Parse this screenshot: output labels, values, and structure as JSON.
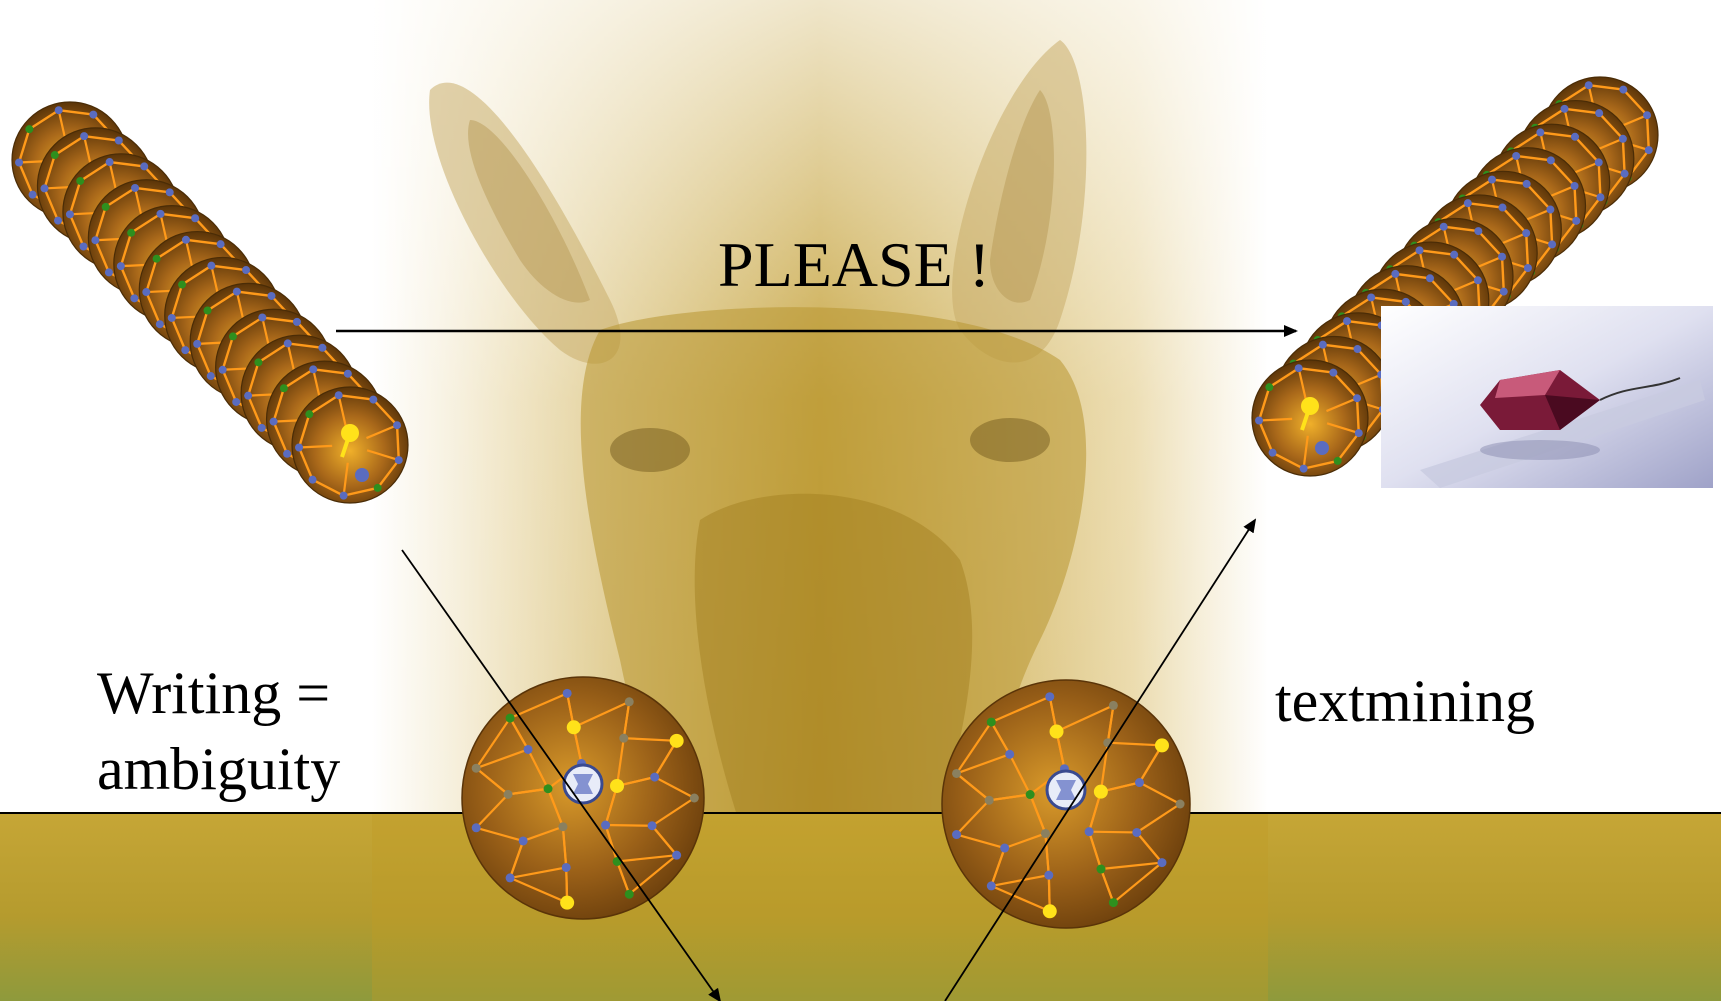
{
  "slide": {
    "title": "PLEASE !",
    "left_label_line1": "Writing =",
    "left_label_line2": "ambiguity",
    "right_label": "textmining"
  },
  "colors": {
    "background": "#ffffff",
    "ground": "#b89a2c",
    "ground_bottom": "#8f9a3a",
    "center_panel": "#c9a23a",
    "molecule_body": "#7a4a10",
    "molecule_bond": "#ff9a1a",
    "atom_blue": "#5a6cc0",
    "atom_green": "#2e8f1e",
    "atom_yellow": "#ffe21a",
    "arrow": "#000000"
  },
  "icons": {
    "left_image": "nanotube-molecule-icon",
    "right_image": "nanotube-molecule-icon",
    "bottom_left": "buckyball-molecule-icon",
    "bottom_right": "buckyball-molecule-icon",
    "gem": "gemstone-icon",
    "background": "donkey-face-illustration"
  }
}
